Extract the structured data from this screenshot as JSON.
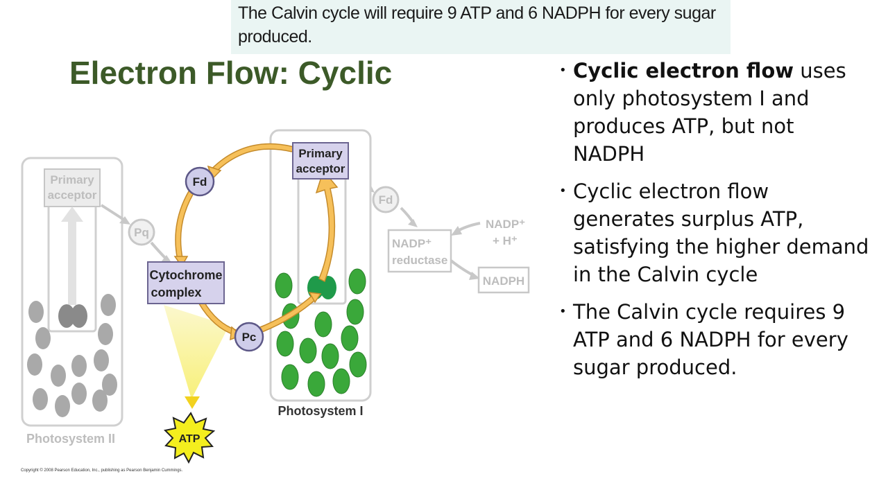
{
  "note": {
    "text": "The Calvin cycle will require 9 ATP and 6 NADPH for every sugar produced."
  },
  "slide": {
    "title": "Electron Flow: Cyclic"
  },
  "bullets": [
    {
      "bold": "Cyclic electron flow",
      "rest": " uses only photosystem I  and produces ATP, but not NADPH"
    },
    {
      "bold": "",
      "rest": "Cyclic electron flow generates surplus ATP, satisfying the higher demand in the Calvin cycle"
    },
    {
      "bold": "",
      "rest": "The Calvin cycle requires 9 ATP and 6 NADPH for every sugar produced."
    }
  ],
  "diagram": {
    "ps2_primary_acceptor_line1": "Primary",
    "ps2_primary_acceptor_line2": "acceptor",
    "pq": "Pq",
    "cytochrome_line1": "Cytochrome",
    "cytochrome_line2": "complex",
    "fd_cyclic": "Fd",
    "pc": "Pc",
    "ps1_primary_acceptor_line1": "Primary",
    "ps1_primary_acceptor_line2": "acceptor",
    "fd_noncyclic": "Fd",
    "nadp_reductase_line1": "NADP⁺",
    "nadp_reductase_line2": "reductase",
    "nadp_plus_line1": "NADP⁺",
    "nadp_plus_line2": "+ H⁺",
    "nadph": "NADPH",
    "atp": "ATP",
    "photosystem_1": "Photosystem I",
    "photosystem_2": "Photosystem II",
    "copyright": "Copyright © 2008 Pearson Education, Inc., publishing as Pearson Benjamin Cummings."
  },
  "colors": {
    "title": "#3c5a28",
    "note_bg": "#eaf5f3",
    "arrow": "#f6c05a",
    "green": "#3aa83a",
    "faded": "#c8c8c8"
  }
}
